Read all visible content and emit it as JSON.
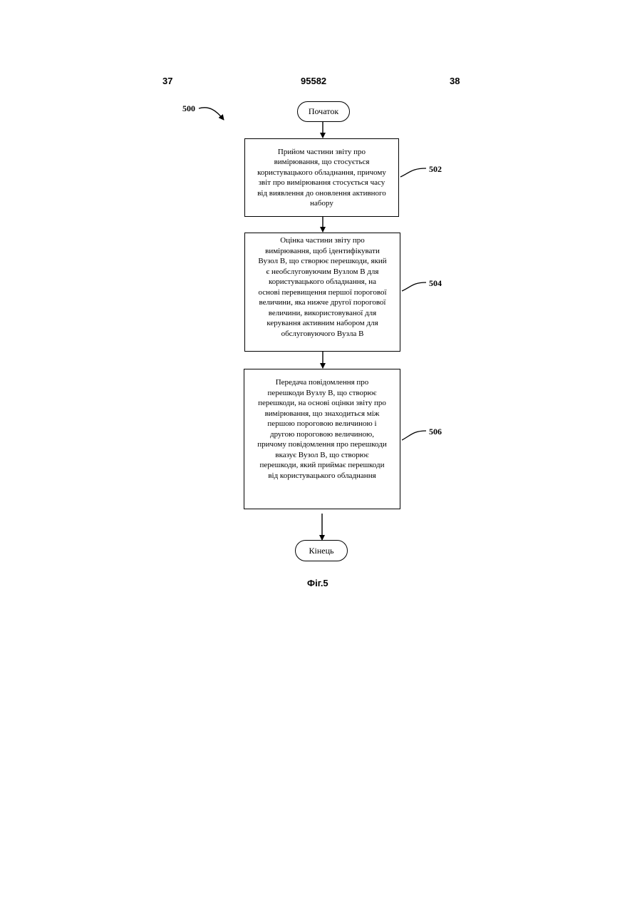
{
  "header": {
    "left_page": "37",
    "doc_number": "95582",
    "right_page": "38"
  },
  "flowchart": {
    "label": "500",
    "start": "Початок",
    "end": "Кінець",
    "steps": [
      {
        "ref": "502",
        "text": "Прийом частини звіту про\nвимірювання, що стосується\nкористувацького обладнання, причому\nзвіт про вимірювання стосується часу\nвід виявлення до оновлення активного\nнабору"
      },
      {
        "ref": "504",
        "text": "Оцінка частини звіту про\nвимірювання, щоб ідентифікувати\nВузол В, що створює перешкоди, який\nє необслуговуючим Вузлом В для\nкористувацького обладнання, на\nоснові перевищення першої порогової\nвеличини, яка нижче другої порогової\nвеличини, використовуваної для\nкерування активним набором для\nобслуговуючого Вузла В"
      },
      {
        "ref": "506",
        "text": "Передача повідомлення про\nперешкоди Вузлу В, що створює\nперешкоди, на основі оцінки звіту про\nвимірювання, що знаходиться між\nпершою пороговою величиною і\nдругою пороговою величиною,\nпричому повідомлення про перешкоди\nвказує Вузол В, що створює\nперешкоди, який приймає перешкоди\nвід користувацького обладнання"
      }
    ]
  },
  "caption": "Фіг.5"
}
